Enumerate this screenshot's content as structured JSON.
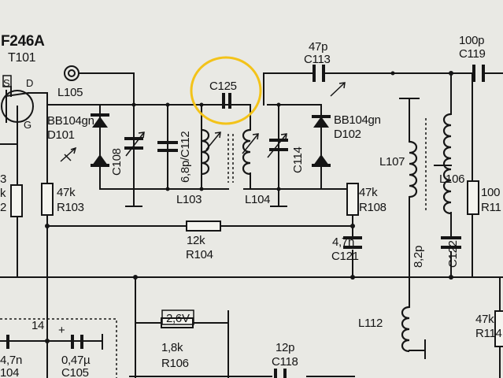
{
  "schematic": {
    "labels": {
      "t101_type": "F246A",
      "t101": "T101",
      "t101_s": "S",
      "t101_d": "D",
      "t101_g": "G",
      "l105": "L105",
      "d101_type": "BB104gn",
      "d101": "D101",
      "c108": "C108",
      "c112": "6,8p/C112",
      "l103": "L103",
      "c125": "C125",
      "l104": "L104",
      "c113_val": "47p",
      "c113": "C113",
      "c114": "C114",
      "d102_type": "BB104gn",
      "d102": "D102",
      "c119_val": "100p",
      "c119": "C119",
      "l107": "L107",
      "l106": "L106",
      "r103_val": "47k",
      "r103": "R103",
      "r108_val": "47k",
      "r108": "R108",
      "r104_val": "12k",
      "r104": "R104",
      "c121_val": "4,7n",
      "c121": "C121",
      "c122_val": "8,2p",
      "c122": "C122",
      "r11x_val": "100",
      "r11x": "R11",
      "left_res_a": "3",
      "left_res_b": "k",
      "left_res_c": "2",
      "l112": "L112",
      "r114_val": "47k",
      "r114": "R114",
      "pin14": "14",
      "plus": "+",
      "c104_val": "4,7n",
      "c104": "104",
      "c105_val": "0,47µ",
      "c105": "C105",
      "voltage": "2,6V",
      "r106_val": "1,8k",
      "r106": "R106",
      "c118_val": "12p",
      "c118": "C118"
    }
  }
}
